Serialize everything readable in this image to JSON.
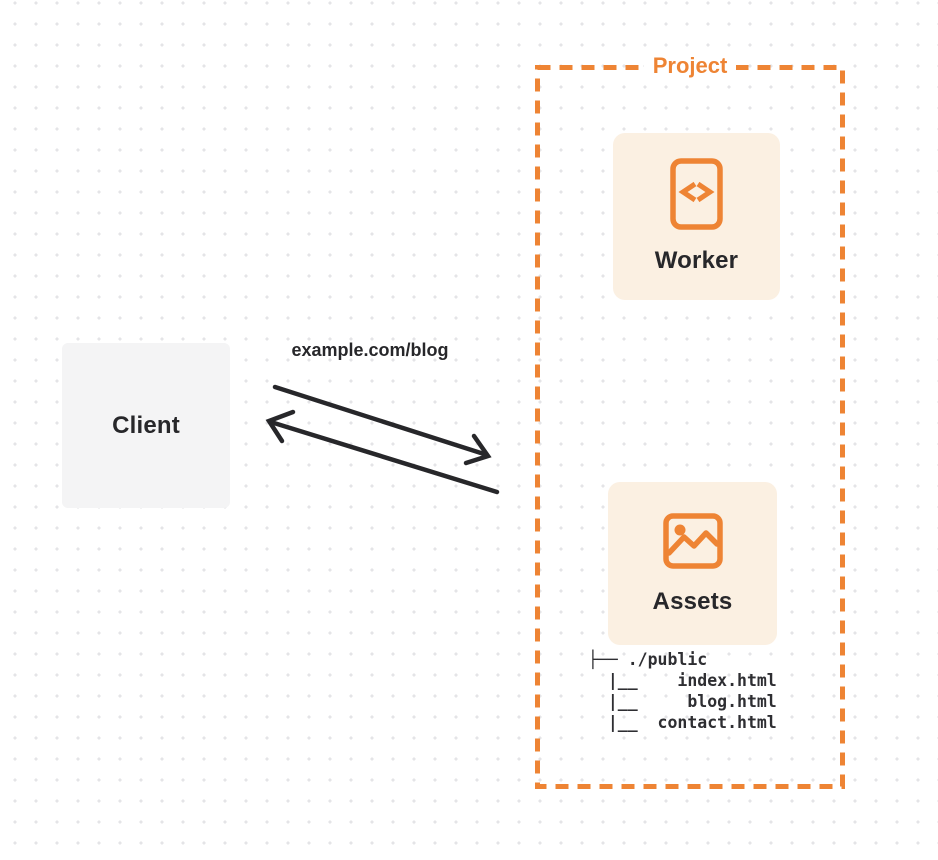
{
  "colors": {
    "accent": "#EE8434",
    "card-bg": "#FBF0E2",
    "client-bg": "#F4F4F5",
    "ink": "#27272A",
    "tree-ink": "#2E2E32",
    "dot": "#E4E4E7",
    "arrow": "#27272A",
    "canvas-bg": "#FFFFFF"
  },
  "client": {
    "label": "Client"
  },
  "request": {
    "url": "example.com/blog"
  },
  "project": {
    "label": "Project",
    "nodes": [
      {
        "label": "Worker",
        "icon": "code-file-icon"
      },
      {
        "label": "Assets",
        "icon": "image-icon"
      }
    ],
    "file_tree": [
      "├── ./public",
      "  |__    index.html",
      "  |__     blog.html",
      "  |__  contact.html"
    ]
  }
}
